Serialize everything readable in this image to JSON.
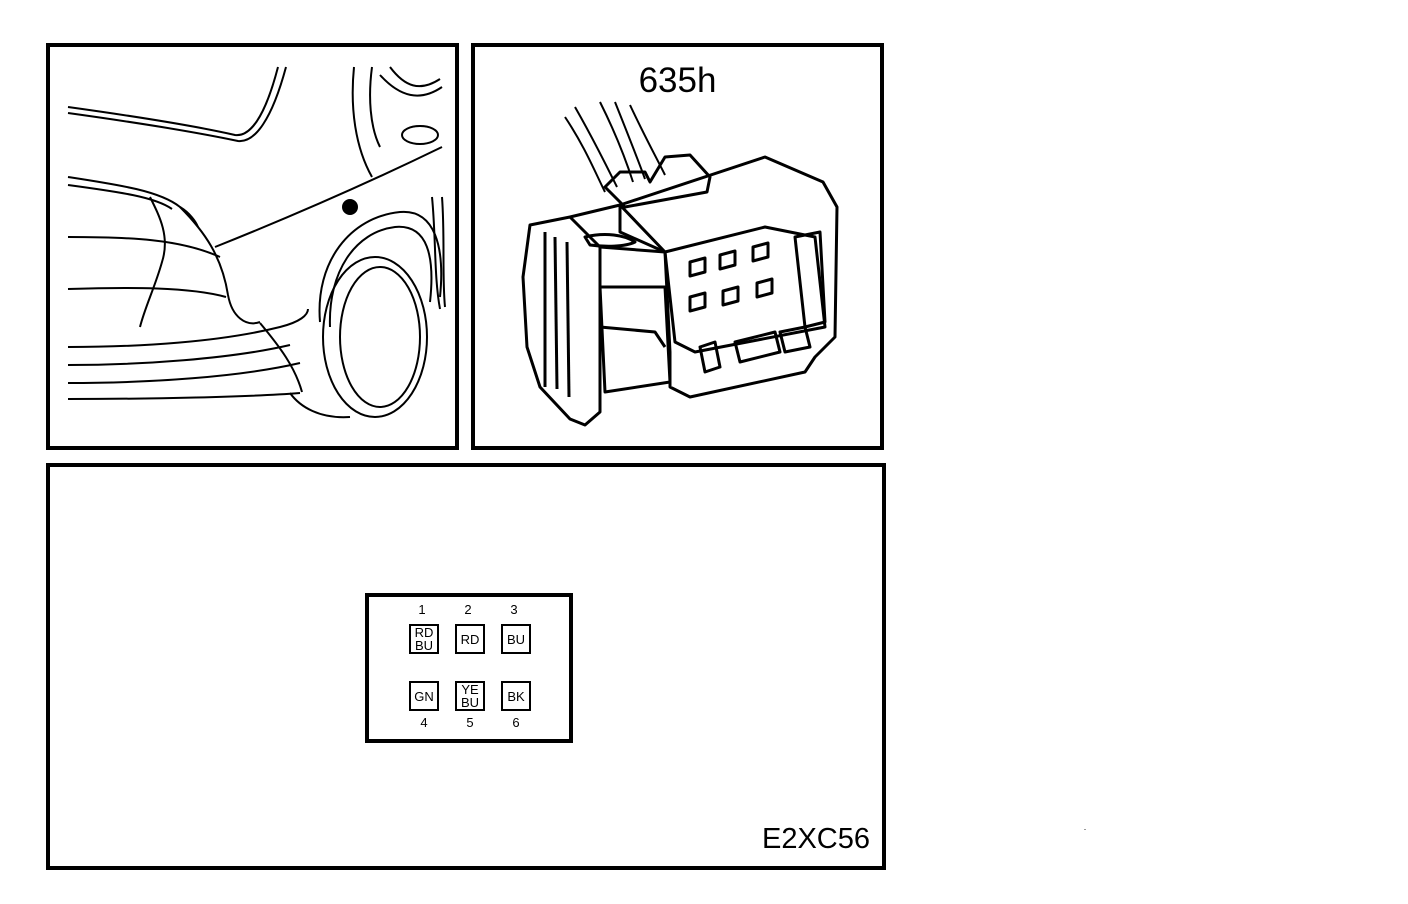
{
  "connector": {
    "label": "635h"
  },
  "diagram": {
    "code": "E2XC56"
  },
  "pins": [
    {
      "number": "1",
      "colors": [
        "RD",
        "BU"
      ]
    },
    {
      "number": "2",
      "colors": [
        "RD"
      ]
    },
    {
      "number": "3",
      "colors": [
        "BU"
      ]
    },
    {
      "number": "4",
      "colors": [
        "GN"
      ]
    },
    {
      "number": "5",
      "colors": [
        "YE",
        "BU"
      ]
    },
    {
      "number": "6",
      "colors": [
        "BK"
      ]
    }
  ]
}
